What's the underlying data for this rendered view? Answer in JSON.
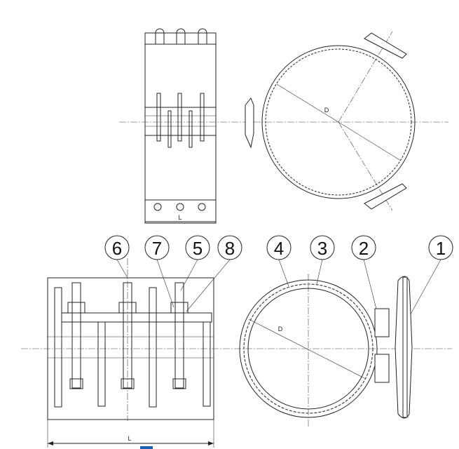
{
  "callouts": [
    "1",
    "2",
    "3",
    "4",
    "5",
    "6",
    "7",
    "8"
  ],
  "dimensions": {
    "diameter": "D",
    "length": "L"
  },
  "colors": {
    "line": "#222222",
    "accent": "#1f5fb0"
  }
}
